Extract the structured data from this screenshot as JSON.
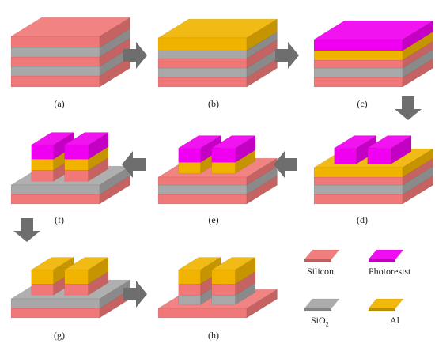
{
  "panels": [
    {
      "id": "a",
      "label": "(a)"
    },
    {
      "id": "b",
      "label": "(b)"
    },
    {
      "id": "c",
      "label": "(c)"
    },
    {
      "id": "d",
      "label": "(d)"
    },
    {
      "id": "e",
      "label": "(e)"
    },
    {
      "id": "f",
      "label": "(f)"
    },
    {
      "id": "g",
      "label": "(g)"
    },
    {
      "id": "h",
      "label": "(h)"
    }
  ],
  "legend": {
    "silicon": "Silicon",
    "photoresist": "Photoresist",
    "sio2_main": "SiO",
    "sio2_sub": "2",
    "al": "Al"
  },
  "colors": {
    "silicon": "#f07878",
    "sio2": "#a8a8a8",
    "al": "#f0b400",
    "photoresist": "#f000f0",
    "arrow": "#6e6e6e"
  }
}
